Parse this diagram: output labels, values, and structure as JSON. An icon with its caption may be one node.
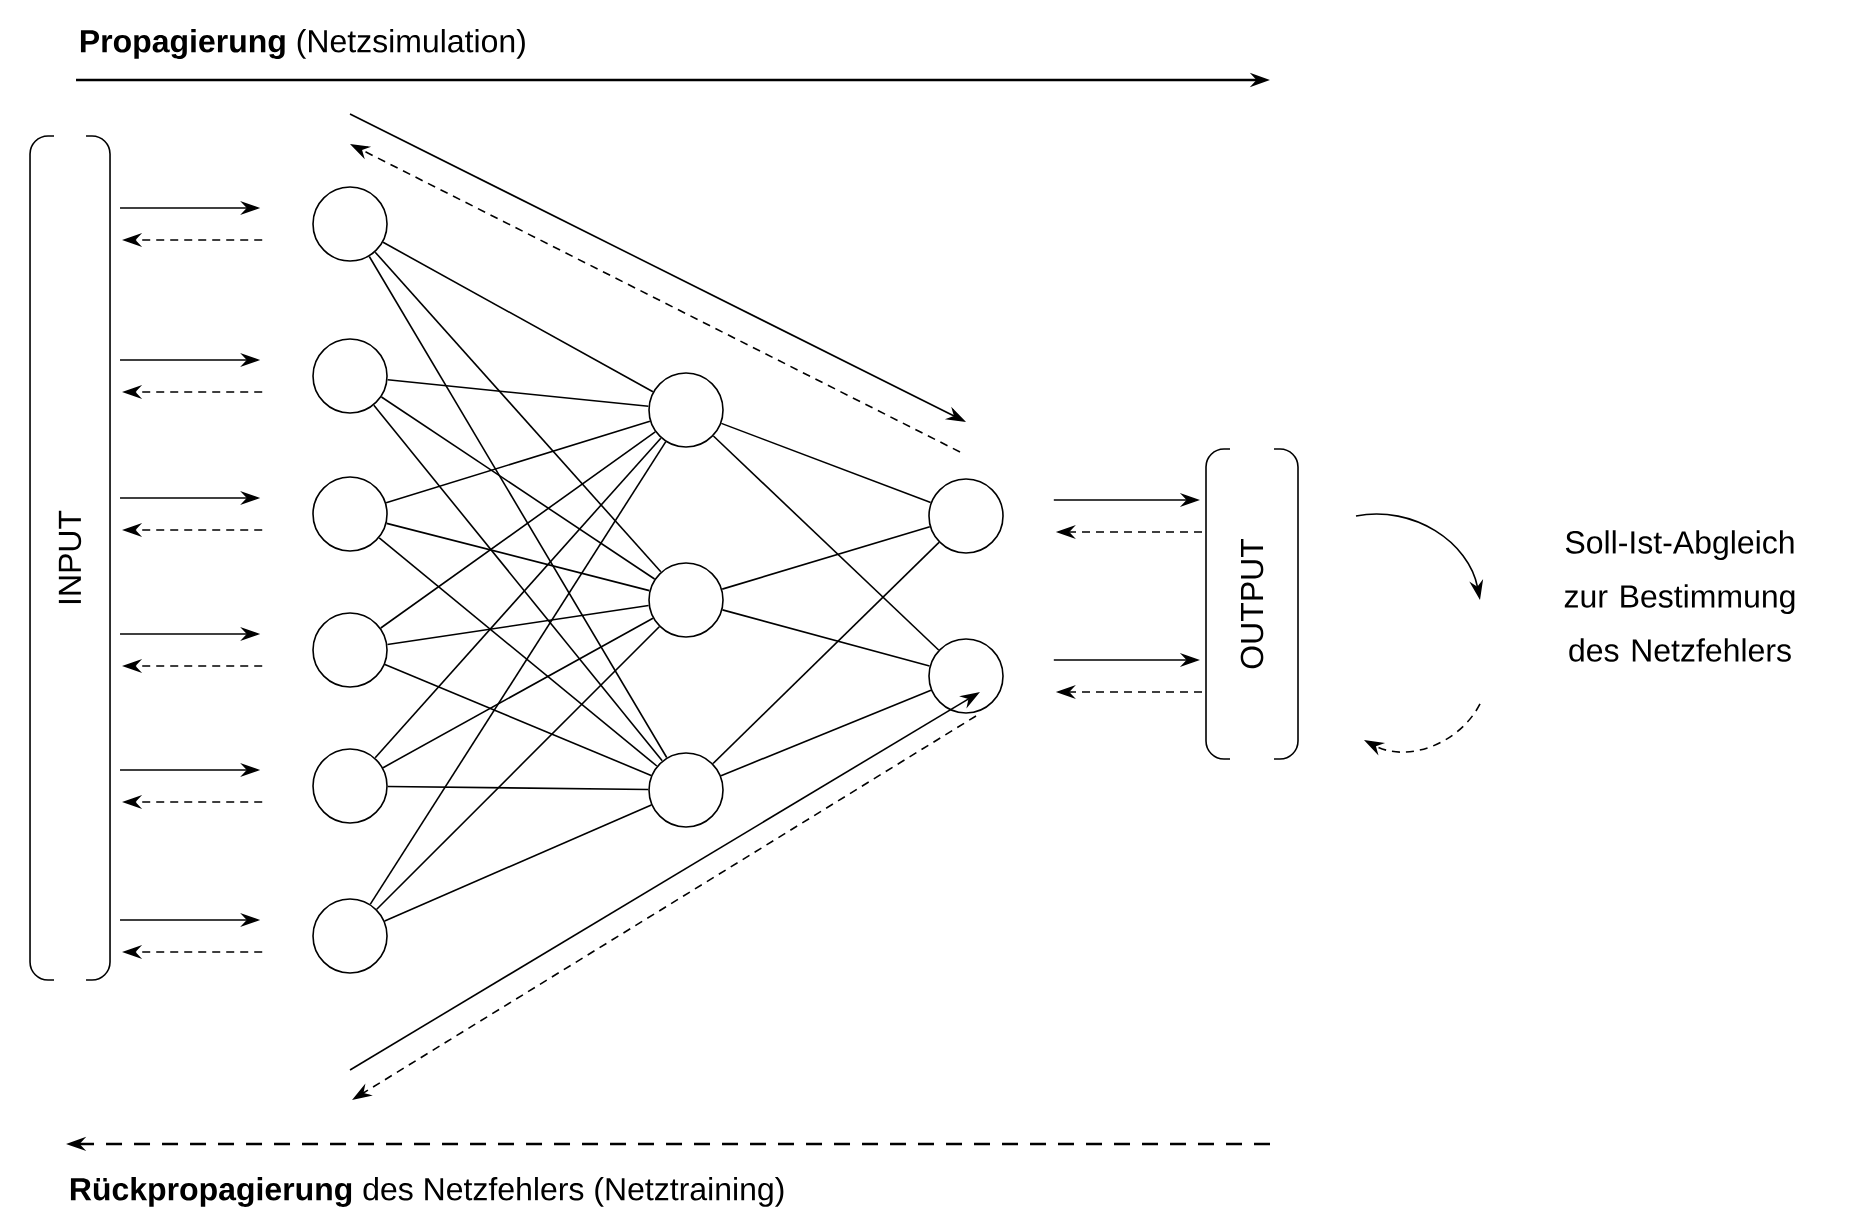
{
  "diagram": {
    "nodes": [
      {
        "text": [
          "INPUT"
        ]
      },
      {
        "text": [],
        "shape": "circle"
      },
      {
        "text": [],
        "shape": "circle"
      },
      {
        "text": [],
        "shape": "circle"
      },
      {
        "text": [],
        "shape": "circle"
      },
      {
        "text": [],
        "shape": "circle"
      },
      {
        "text": [],
        "shape": "circle"
      },
      {
        "text": [],
        "shape": "circle"
      },
      {
        "text": [],
        "shape": "circle"
      },
      {
        "text": [],
        "shape": "circle"
      },
      {
        "text": [],
        "shape": "circle"
      },
      {
        "text": [],
        "shape": "circle"
      },
      {
        "text": [
          "OUTPUT"
        ]
      }
    ],
    "edges": [
      {
        "from": 0,
        "to": 1,
        "arrow": "to"
      },
      {
        "from": 1,
        "to": 0,
        "arrow": "to",
        "style": "dashed"
      },
      {
        "from": 0,
        "to": 2,
        "arrow": "to"
      },
      {
        "from": 2,
        "to": 0,
        "arrow": "to",
        "style": "dashed"
      },
      {
        "from": 0,
        "to": 3,
        "arrow": "to"
      },
      {
        "from": 3,
        "to": 0,
        "arrow": "to",
        "style": "dashed"
      },
      {
        "from": 0,
        "to": 4,
        "arrow": "to"
      },
      {
        "from": 4,
        "to": 0,
        "arrow": "to",
        "style": "dashed"
      },
      {
        "from": 0,
        "to": 5,
        "arrow": "to"
      },
      {
        "from": 5,
        "to": 0,
        "arrow": "to",
        "style": "dashed"
      },
      {
        "from": 0,
        "to": 6,
        "arrow": "to"
      },
      {
        "from": 6,
        "to": 0,
        "arrow": "to",
        "style": "dashed"
      },
      {
        "from": 1,
        "to": 7,
        "arrow": "none"
      },
      {
        "from": 1,
        "to": 8,
        "arrow": "none"
      },
      {
        "from": 1,
        "to": 9,
        "arrow": "none"
      },
      {
        "from": 2,
        "to": 7,
        "arrow": "none"
      },
      {
        "from": 2,
        "to": 8,
        "arrow": "none"
      },
      {
        "from": 2,
        "to": 9,
        "arrow": "none"
      },
      {
        "from": 3,
        "to": 7,
        "arrow": "none"
      },
      {
        "from": 3,
        "to": 8,
        "arrow": "none"
      },
      {
        "from": 3,
        "to": 9,
        "arrow": "none"
      },
      {
        "from": 4,
        "to": 7,
        "arrow": "none"
      },
      {
        "from": 4,
        "to": 8,
        "arrow": "none"
      },
      {
        "from": 4,
        "to": 9,
        "arrow": "none"
      },
      {
        "from": 5,
        "to": 7,
        "arrow": "none"
      },
      {
        "from": 5,
        "to": 8,
        "arrow": "none"
      },
      {
        "from": 5,
        "to": 9,
        "arrow": "none"
      },
      {
        "from": 6,
        "to": 7,
        "arrow": "none"
      },
      {
        "from": 6,
        "to": 8,
        "arrow": "none"
      },
      {
        "from": 6,
        "to": 9,
        "arrow": "none"
      },
      {
        "from": 7,
        "to": 10,
        "arrow": "none"
      },
      {
        "from": 7,
        "to": 11,
        "arrow": "none"
      },
      {
        "from": 8,
        "to": 10,
        "arrow": "none"
      },
      {
        "from": 8,
        "to": 11,
        "arrow": "none"
      },
      {
        "from": 9,
        "to": 10,
        "arrow": "none"
      },
      {
        "from": 9,
        "to": 11,
        "arrow": "none"
      },
      {
        "from": 10,
        "to": 12,
        "arrow": "to"
      },
      {
        "from": 12,
        "to": 10,
        "arrow": "to",
        "style": "dashed"
      },
      {
        "from": 11,
        "to": 12,
        "arrow": "to"
      },
      {
        "from": 12,
        "to": 11,
        "arrow": "to",
        "style": "dashed"
      }
    ],
    "labels": [
      "**Propagierung** (Netzsimulation)",
      "Soll-Ist-Abgleich zur Bestimmung des Netzfehlers",
      "**Rückpropagierung** des Netzfehlers  (Netztraining)"
    ]
  }
}
